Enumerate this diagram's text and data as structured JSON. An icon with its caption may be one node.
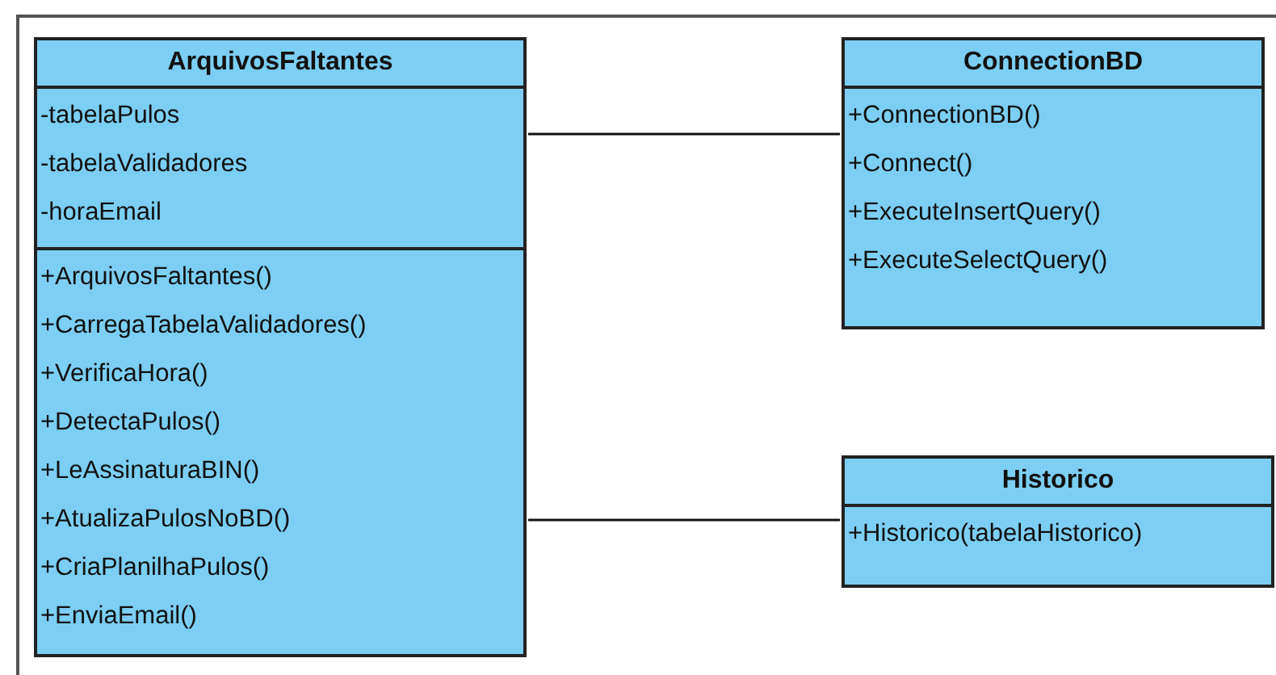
{
  "diagram": {
    "nodes": [
      {
        "text": [
          "ArquivosFaltantes"
        ]
      },
      {
        "text": [
          "-tabelaPulos",
          "-tabelaValidadores",
          "-horaEmail"
        ],
        "in": 0
      },
      {
        "text": [
          "+ArquivosFaltantes()",
          "+CarregaTabelaValidadores()",
          "+VerificaHora()",
          "+DetectaPulos()",
          "+LeAssinaturaBIN()",
          "+AtualizaPulosNoBD()",
          "+CriaPlanilhaPulos()",
          "+EnviaEmail()"
        ],
        "in": 0
      },
      {
        "text": [
          "ConnectionBD"
        ]
      },
      {
        "text": [
          "+ConnectionBD()",
          "+Connect()",
          "+ExecuteInsertQuery()",
          "+ExecuteSelectQuery()"
        ],
        "in": 3
      },
      {
        "text": [
          "Historico"
        ]
      },
      {
        "text": [
          "+Historico(tabelaHistorico)"
        ],
        "in": 5
      }
    ],
    "edges": [
      {
        "from": 0,
        "to": 3,
        "arrow": "none"
      },
      {
        "from": 0,
        "to": 5,
        "arrow": "none"
      }
    ]
  }
}
